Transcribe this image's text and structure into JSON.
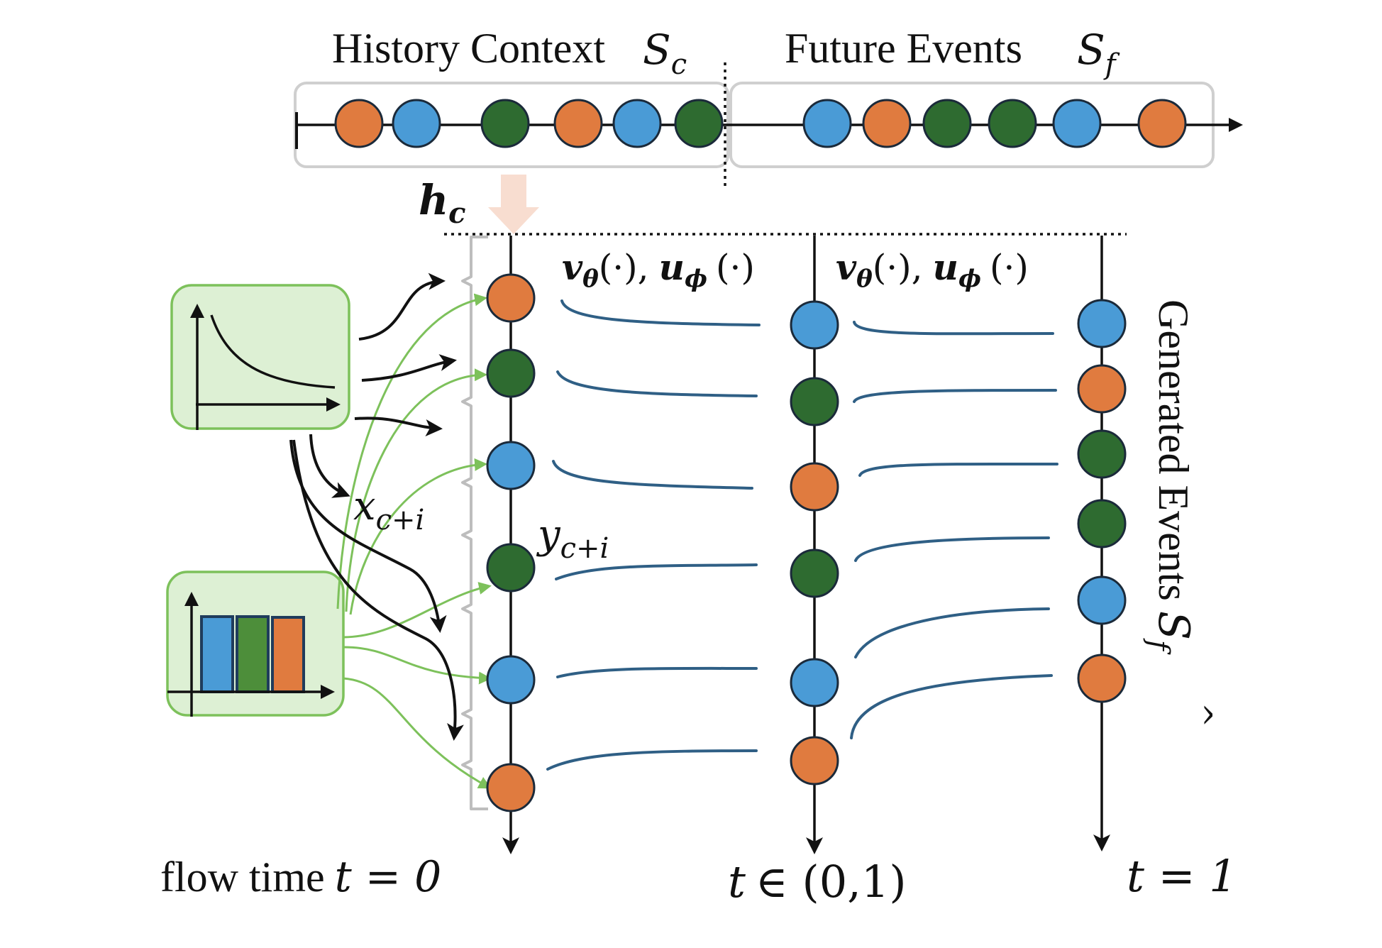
{
  "top": {
    "history_title": "History Context",
    "history_symbol": "S",
    "history_sub": "c",
    "future_title": "Future Events",
    "future_symbol": "S",
    "future_sub": "f",
    "history_events": [
      "orange",
      "blue",
      "green",
      "orange",
      "blue",
      "green"
    ],
    "future_events": [
      "blue",
      "orange",
      "green",
      "green",
      "blue",
      "orange"
    ]
  },
  "context_embedding": {
    "symbol": "h",
    "sub": "c"
  },
  "functions_label": {
    "v": "v",
    "v_sub": "θ",
    "u": "u",
    "u_sub": "ϕ",
    "arg": "(·)",
    "sep": ","
  },
  "labels": {
    "x": "x",
    "x_sub": "c+i",
    "y": "y",
    "y_sub": "c+i"
  },
  "columns": {
    "t0": [
      "orange",
      "green",
      "blue",
      "green",
      "blue",
      "orange"
    ],
    "tmid": [
      "blue",
      "green",
      "orange",
      "green",
      "blue",
      "orange"
    ],
    "t1": [
      "blue",
      "orange",
      "green",
      "green",
      "blue",
      "orange"
    ]
  },
  "bottom": {
    "t0_prefix": "flow time",
    "t0_expr": "t = 0",
    "tmid_t": "t",
    "tmid_rest": "∈ (0,1)",
    "t1_expr": "t = 1"
  },
  "side": {
    "generated_title": "Generated Events",
    "generated_symbol": "S",
    "generated_sub": "f",
    "generated_hat": "^"
  },
  "colors": {
    "orange": "#E07B3F",
    "blue": "#4A9BD6",
    "green": "#2E6B30",
    "curve": "#2F5F85",
    "panel_fill": "#DDF0D4",
    "panel_stroke": "#7DC15B",
    "light_arrow": "#F8DDD0"
  },
  "icons": {
    "decay": "decay-curve-icon",
    "histogram": "histogram-icon"
  }
}
